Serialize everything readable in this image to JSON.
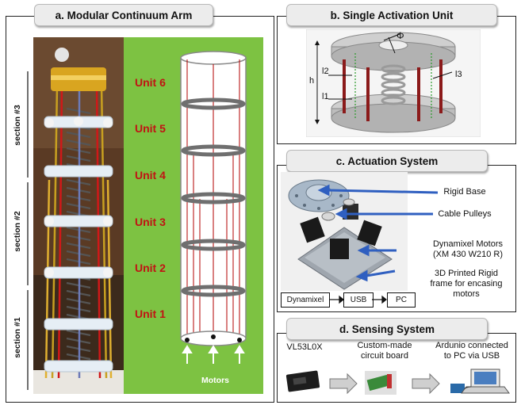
{
  "panels": {
    "a": {
      "title": "a. Modular Continuum Arm",
      "units": [
        "Unit 6",
        "Unit 5",
        "Unit 4",
        "Unit 3",
        "Unit 2",
        "Unit 1"
      ],
      "sections": [
        "section #3",
        "section #2",
        "section #1"
      ],
      "motors_label": "Motors"
    },
    "b": {
      "title": "b. Single Activation Unit",
      "labels": {
        "phi": "Φ",
        "l2": "l2",
        "l3": "l3",
        "h": "h",
        "l1": "l1"
      }
    },
    "c": {
      "title": "c. Actuation System",
      "callouts": [
        "Rigid Base",
        "Cable Pulleys",
        "Dynamixel Motors\n(XM 430 W210 R)",
        "3D Printed Rigid\nframe for encasing\nmotors"
      ],
      "flow": [
        "Dynamixel",
        "USB",
        "PC"
      ]
    },
    "d": {
      "title": "d. Sensing System",
      "items": [
        "VL53L0X",
        "Custom-made\ncircuit board",
        "Ardunio connected\nto PC via USB"
      ]
    }
  },
  "colors": {
    "green_bg": "#7dc242",
    "red": "#c01414",
    "cable": "#b30000"
  }
}
